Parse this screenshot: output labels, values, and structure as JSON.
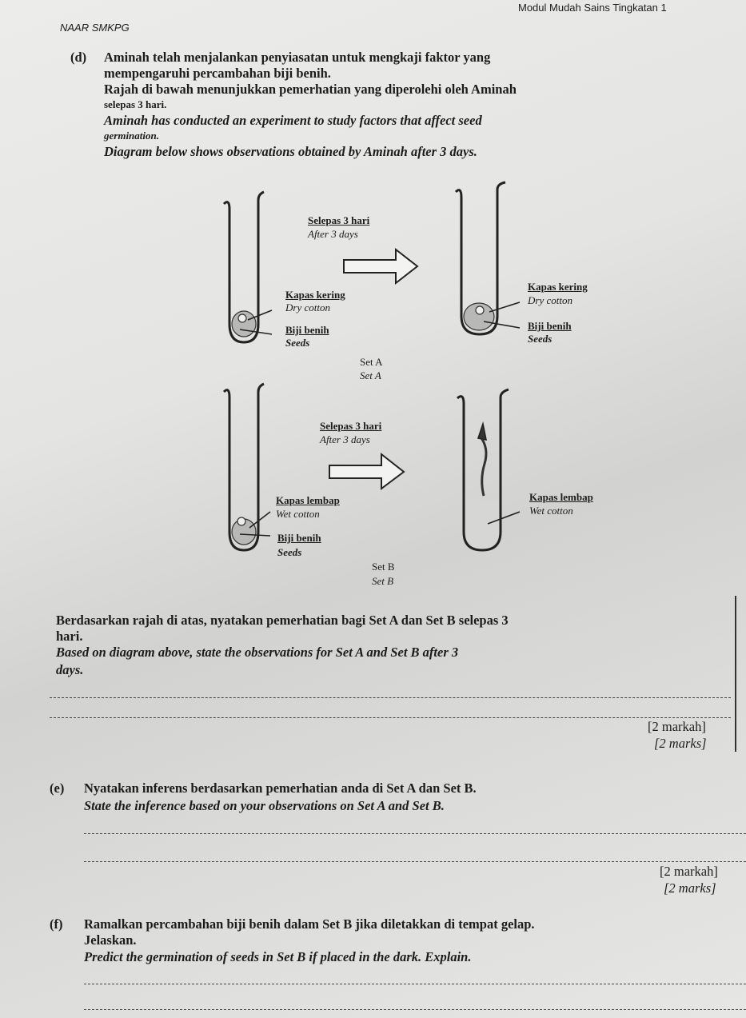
{
  "header": {
    "module": "Modul Mudah Sains Tingkatan 1",
    "school": "NAAR SMKPG"
  },
  "question_d": {
    "label": "(d)",
    "malay": [
      "Aminah telah menjalankan penyiasatan untuk mengkaji faktor yang",
      "mempengaruhi percambahan biji benih.",
      "Rajah di bawah menunjukkan pemerhatian yang diperolehi oleh Aminah",
      "selepas 3 hari."
    ],
    "english": [
      "Aminah has conducted an experiment to study factors that affect seed",
      "germination.",
      "Diagram below shows observations obtained by Aminah after 3 days."
    ]
  },
  "diagram": {
    "set_a": {
      "arrow_malay": "Selepas 3 hari",
      "arrow_english": "After 3 days",
      "cotton_malay": "Kapas kering",
      "cotton_english": "Dry cotton",
      "seed_malay": "Biji benih",
      "seed_english": "Seeds",
      "caption_malay": "Set A",
      "caption_english": "Set A"
    },
    "set_b": {
      "arrow_malay": "Selepas 3 hari",
      "arrow_english": "After 3 days",
      "cotton_malay": "Kapas lembap",
      "cotton_english": "Wet cotton",
      "seed_malay": "Biji benih",
      "seed_english": "Seeds",
      "caption_malay": "Set B",
      "caption_english": "Set B"
    }
  },
  "question_d_task": {
    "malay": [
      "Berdasarkan rajah di atas, nyatakan pemerhatian bagi Set A dan Set B selepas 3",
      "hari."
    ],
    "english": [
      "Based on diagram above, state the observations for Set A and Set B after 3",
      "days."
    ],
    "marks_malay": "[2 markah]",
    "marks_english": "[2 marks]"
  },
  "question_e": {
    "label": "(e)",
    "malay": "Nyatakan inferens berdasarkan pemerhatian anda di Set A dan Set B.",
    "english": "State the inference based on your observations on Set A and Set B.",
    "marks_malay": "[2 markah]",
    "marks_english": "[2 marks]"
  },
  "question_f": {
    "label": "(f)",
    "malay": [
      "Ramalkan percambahan biji benih dalam Set B jika diletakkan di tempat gelap.",
      "Jelaskan."
    ],
    "english": "Predict the germination of seeds in Set B if placed in the dark. Explain."
  }
}
